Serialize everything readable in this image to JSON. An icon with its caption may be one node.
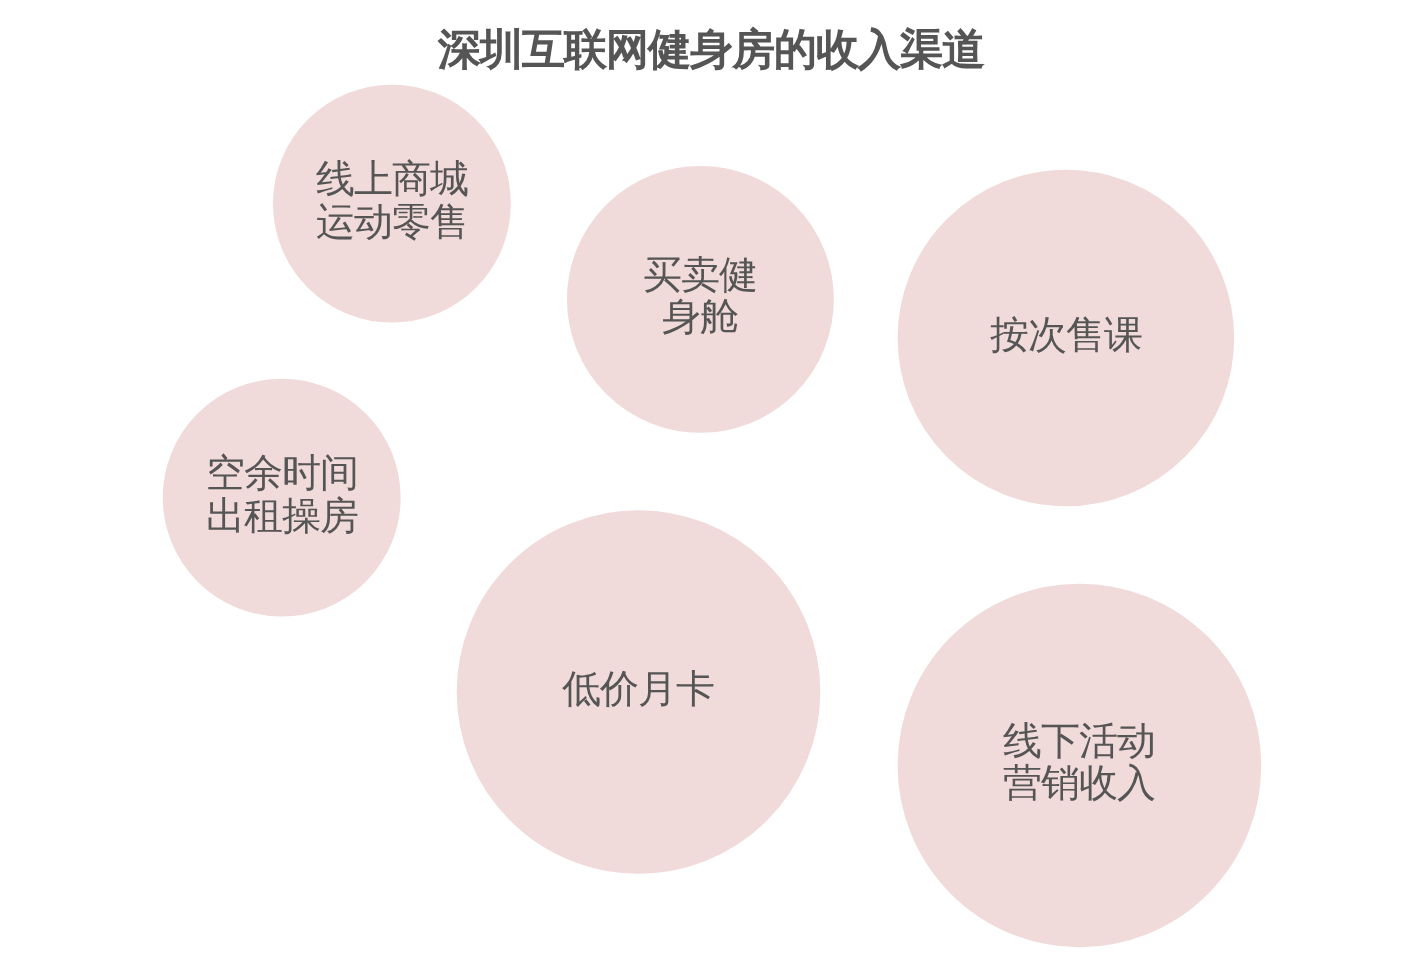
{
  "diagram": {
    "title": "深圳互联网健身房的收入渠道",
    "nodes": [
      {
        "text": [
          "低价月卡"
        ]
      },
      {
        "text": [
          "线上商城运动零售"
        ]
      },
      {
        "text": [
          "按次售课"
        ]
      },
      {
        "text": [
          "买卖健身舱"
        ]
      },
      {
        "text": [
          "线下活动营销收入"
        ]
      },
      {
        "text": [
          "空余时间出租操房"
        ]
      }
    ],
    "edges": []
  }
}
